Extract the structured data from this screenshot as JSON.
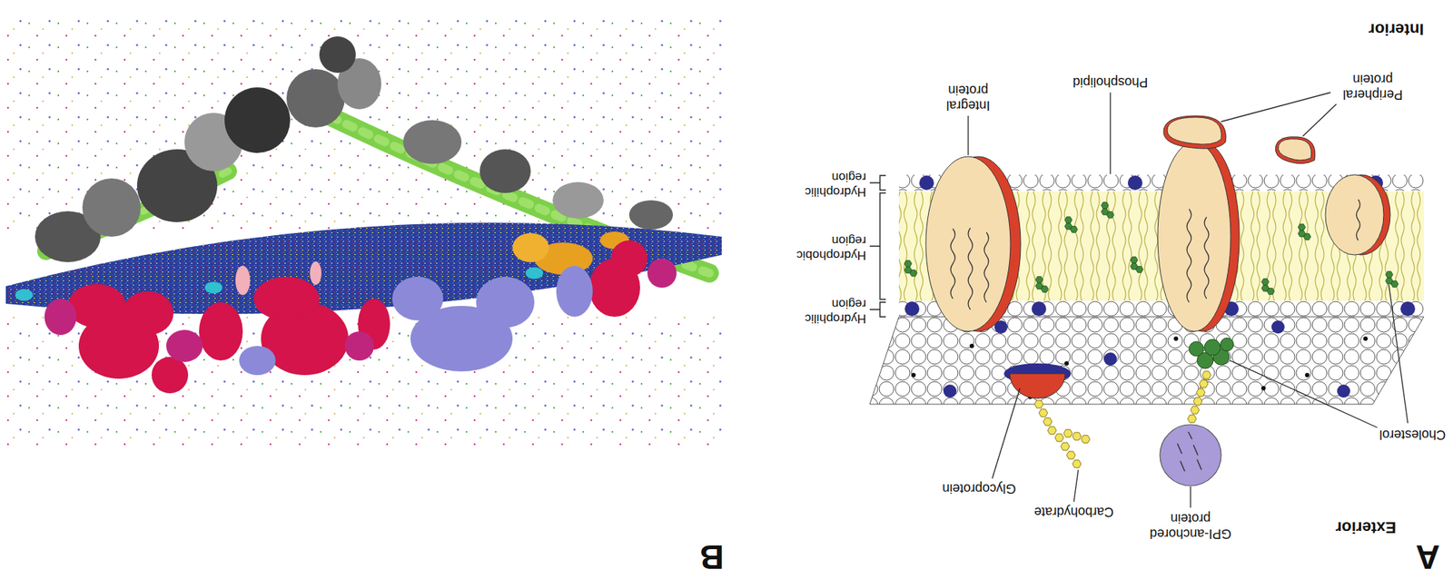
{
  "diagram": {
    "labels": [
      "A",
      "Exterior",
      "GPI-anchored protein",
      "Carbohydrate",
      "Glycoprotein",
      "Cholesterol",
      "Hydrophilic region",
      "Hydrophobic region",
      "Hydrophilic region",
      "Integral protein",
      "Phospholipid",
      "Peripheral protein",
      "Interior",
      "B"
    ]
  }
}
